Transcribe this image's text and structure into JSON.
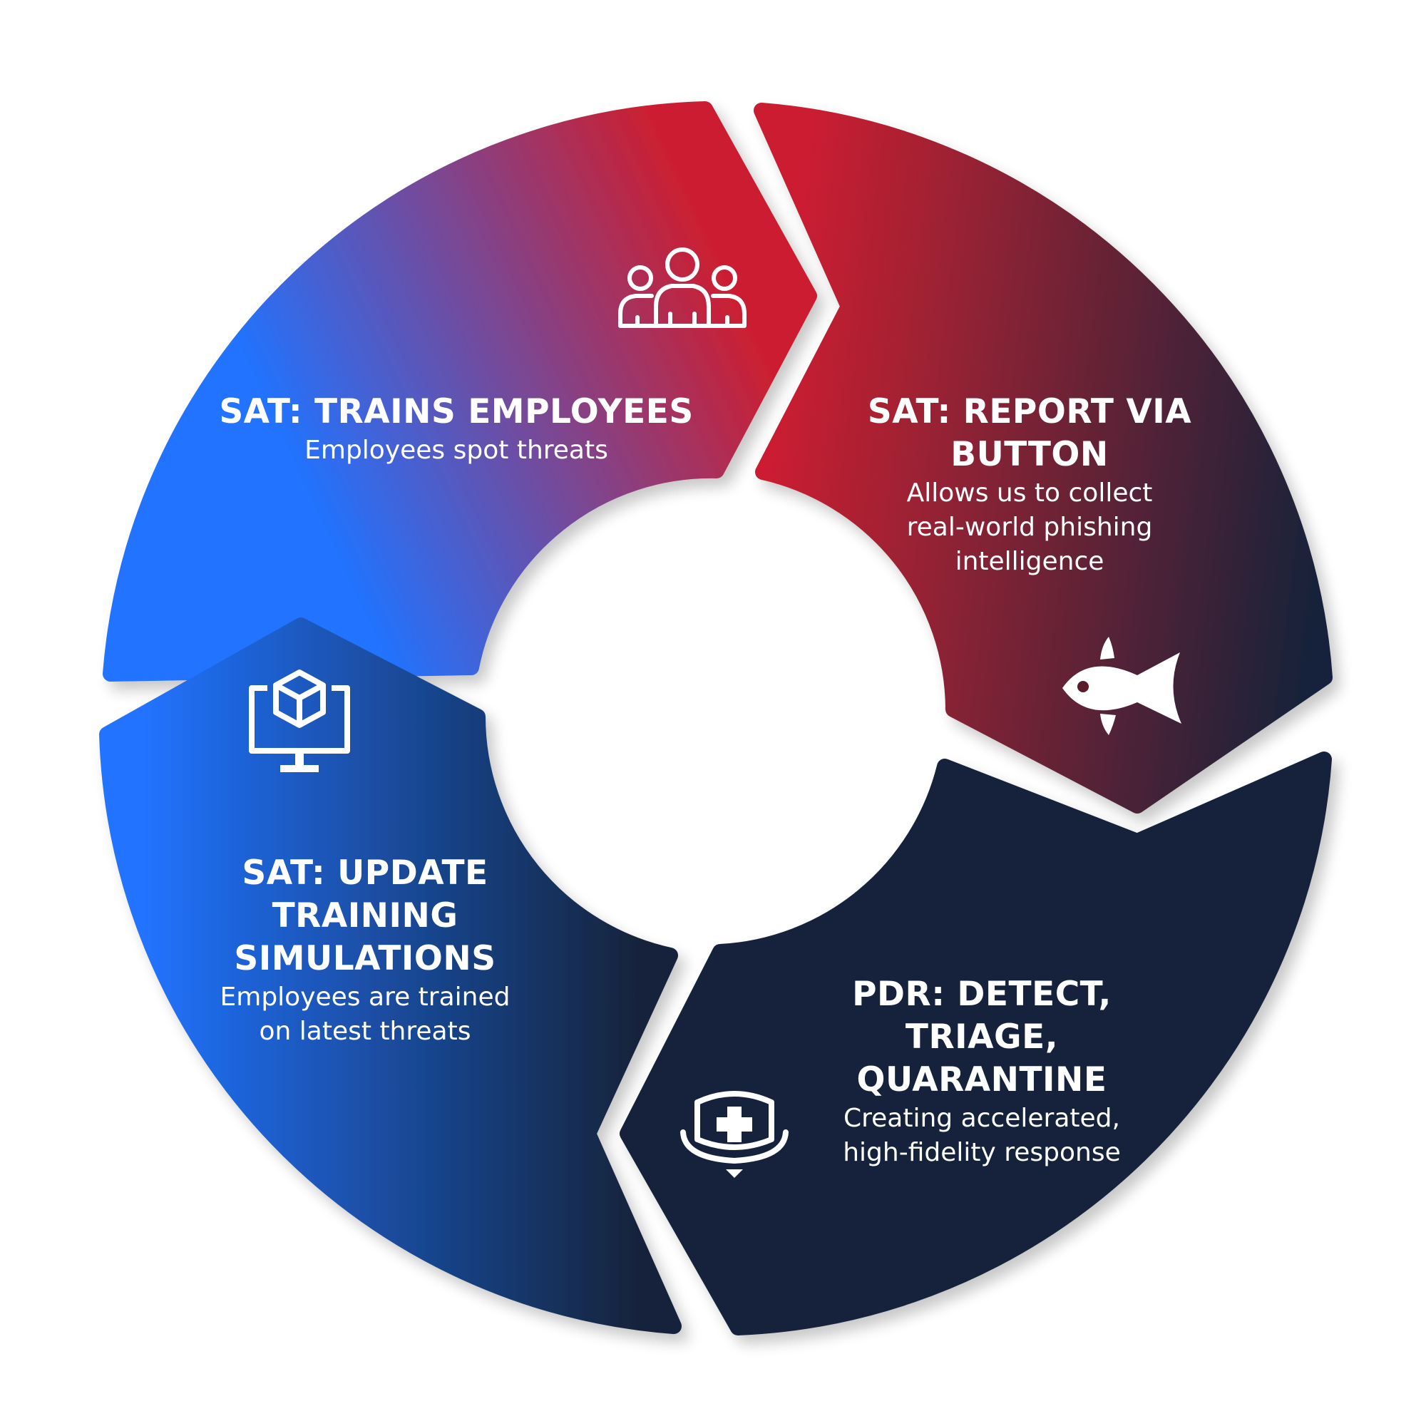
{
  "steps": [
    {
      "title": "SAT: TRAINS EMPLOYEES",
      "description": "Employees spot threats",
      "icon": "people-group-icon",
      "colors": [
        "#2173ff",
        "#cc1f31"
      ]
    },
    {
      "title": "SAT: REPORT VIA BUTTON",
      "description": "Allows us to collect real-world phishing intelligence",
      "icon": "fish-icon",
      "colors": [
        "#cc1f31",
        "#13233a"
      ]
    },
    {
      "title": "PDR: DETECT, TRIAGE, QUARANTINE",
      "description": "Creating accelerated, high-fidelity response",
      "icon": "shield-plus-icon",
      "colors": [
        "#13233a",
        "#13233a"
      ]
    },
    {
      "title": "SAT: UPDATE TRAINING SIMULATIONS",
      "description": "Employees are trained on latest threats",
      "icon": "monitor-cube-icon",
      "colors": [
        "#2173ff",
        "#13233a"
      ]
    }
  ]
}
